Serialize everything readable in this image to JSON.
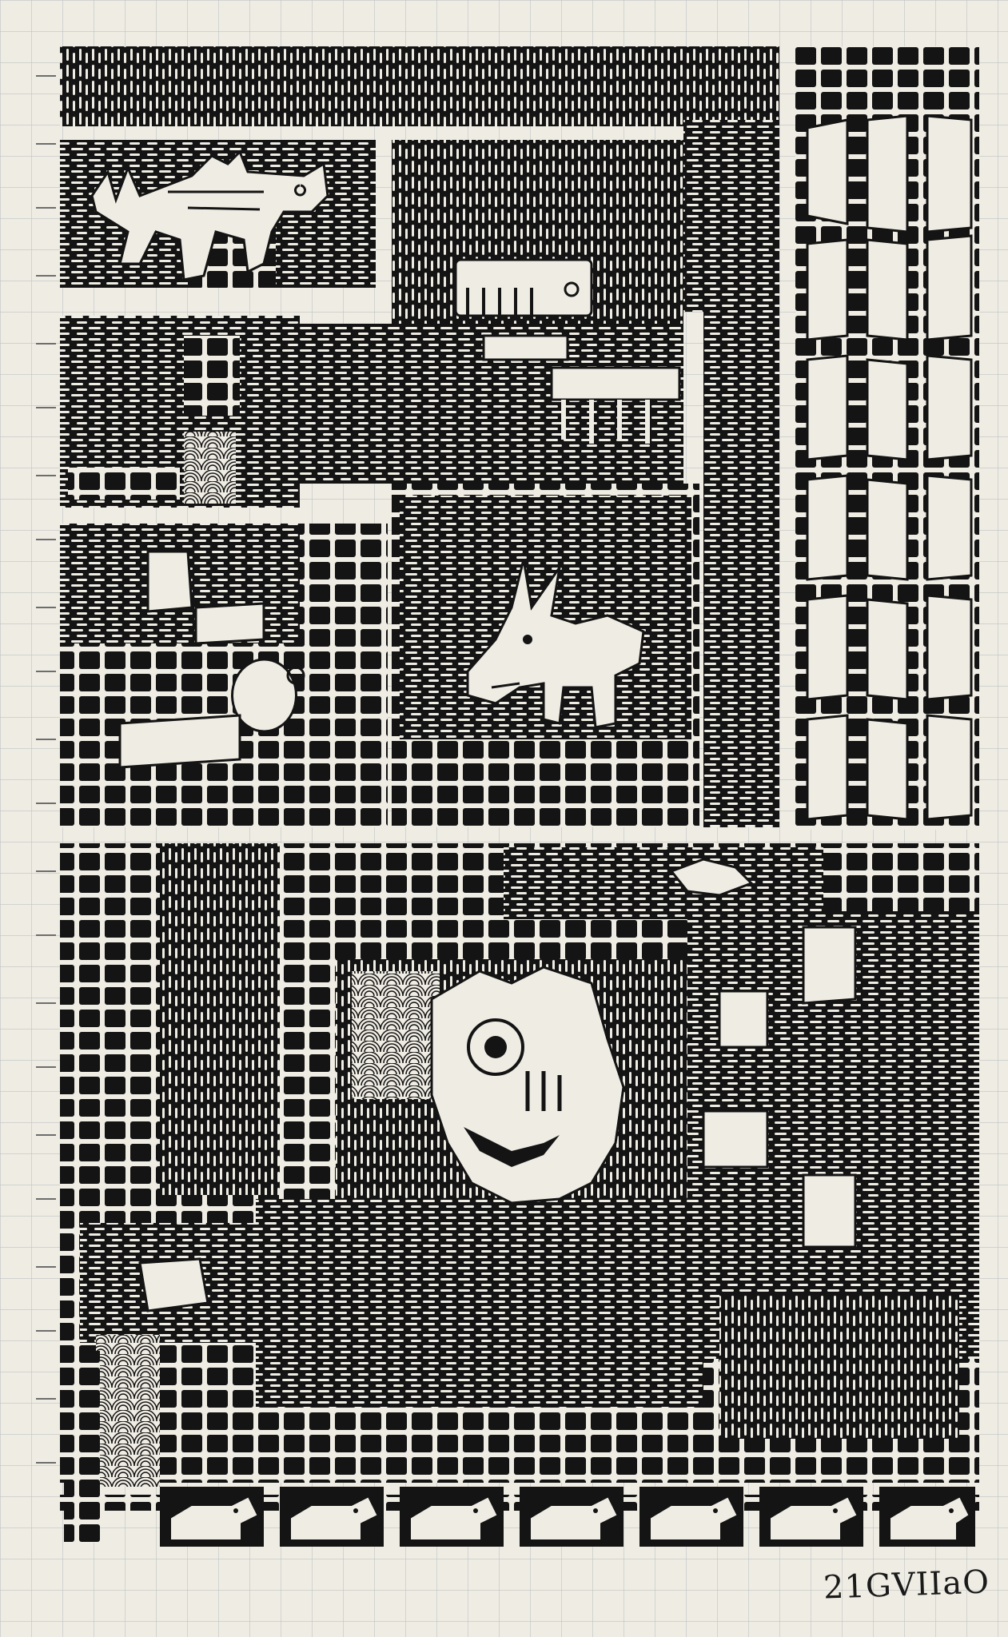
{
  "artwork": {
    "caption": "21GVIIaO",
    "paper_color": "#efece3",
    "grid_color": "#bfc2c4",
    "ink_color": "#141414",
    "line_color": "#efece3"
  },
  "panels": [
    {
      "name": "top-band"
    },
    {
      "name": "upper-left-creature-panel"
    },
    {
      "name": "upper-center-creature-panel"
    },
    {
      "name": "right-column-figures"
    },
    {
      "name": "middle-left-figure-panel"
    },
    {
      "name": "middle-center-horned-creature-panel"
    },
    {
      "name": "lower-large-face-panel"
    },
    {
      "name": "bottom-animal-row"
    }
  ]
}
